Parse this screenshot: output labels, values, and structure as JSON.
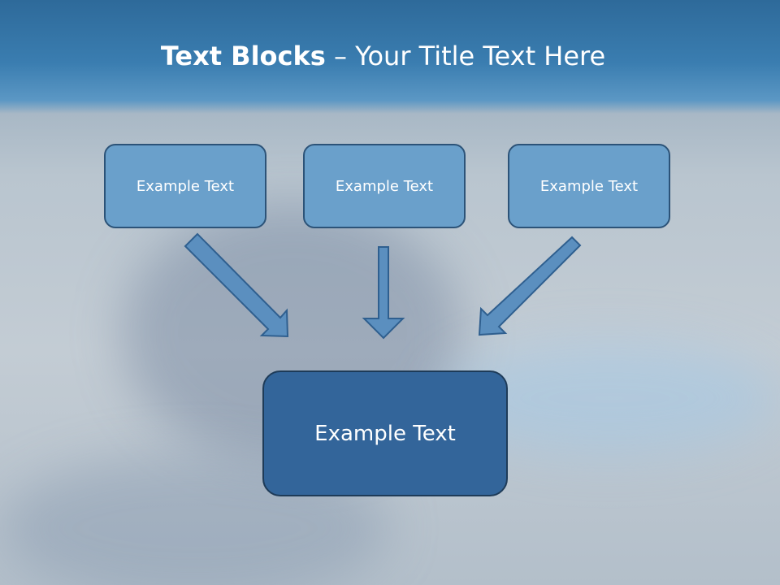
{
  "title": {
    "bold": "Text Blocks",
    "dash": " – ",
    "regular": "Your Title Text Here"
  },
  "blocks": [
    {
      "label": "Example Text"
    },
    {
      "label": "Example Text"
    },
    {
      "label": "Example Text"
    }
  ],
  "target": {
    "label": "Example Text"
  },
  "colors": {
    "header": "#3a7db0",
    "box_fill": "#6aa0cb",
    "box_border": "#2c5378",
    "target_fill": "#33659a",
    "arrow_fill": "#5b8fbf"
  }
}
